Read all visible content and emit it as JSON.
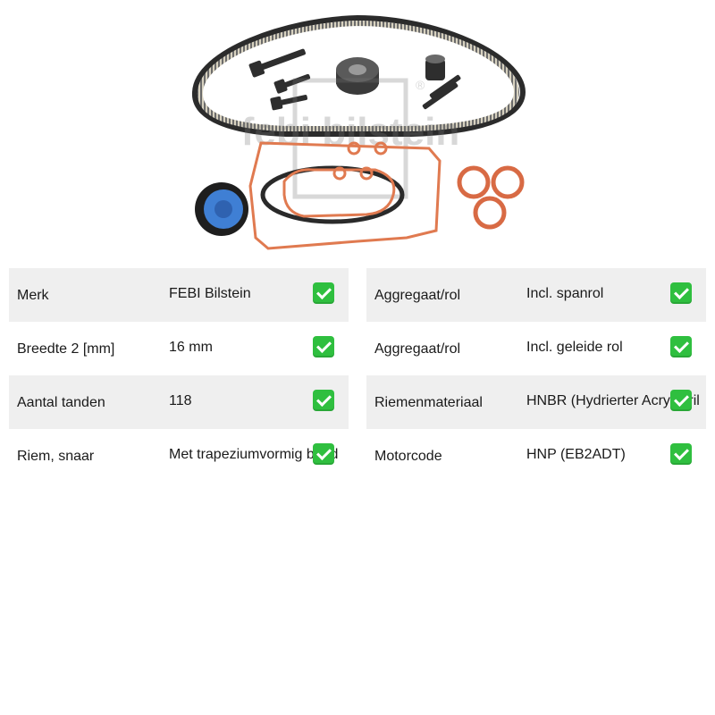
{
  "product_image": {
    "icon": "timing-belt-kit-image",
    "watermark_text": "febi bilstein",
    "registered_mark": "®"
  },
  "specs": {
    "left": [
      {
        "label": "Merk",
        "value": "FEBI Bilstein",
        "checked": true,
        "shaded": true
      },
      {
        "label": "Breedte 2 [mm]",
        "value": "16 mm",
        "checked": true,
        "shaded": false
      },
      {
        "label": "Aantal tanden",
        "value": "118",
        "checked": true,
        "shaded": true
      },
      {
        "label": "Riem, snaar",
        "value": "Met trapeziumvormig band",
        "checked": true,
        "shaded": false
      }
    ],
    "right": [
      {
        "label": "Aggregaat/rol",
        "value": "Incl. spanrol",
        "checked": true,
        "shaded": true
      },
      {
        "label": "Aggregaat/rol",
        "value": "Incl. geleide rol",
        "checked": true,
        "shaded": false
      },
      {
        "label": "Riemenmateriaal",
        "value": "HNBR (Hydrierter Acrylnitril",
        "checked": true,
        "shaded": true
      },
      {
        "label": "Motorcode",
        "value": "HNP (EB2ADT)",
        "checked": true,
        "shaded": false
      }
    ]
  },
  "colors": {
    "check": "#2fbf3f",
    "row_shade": "#efefef",
    "gasket": "#e07a50"
  }
}
